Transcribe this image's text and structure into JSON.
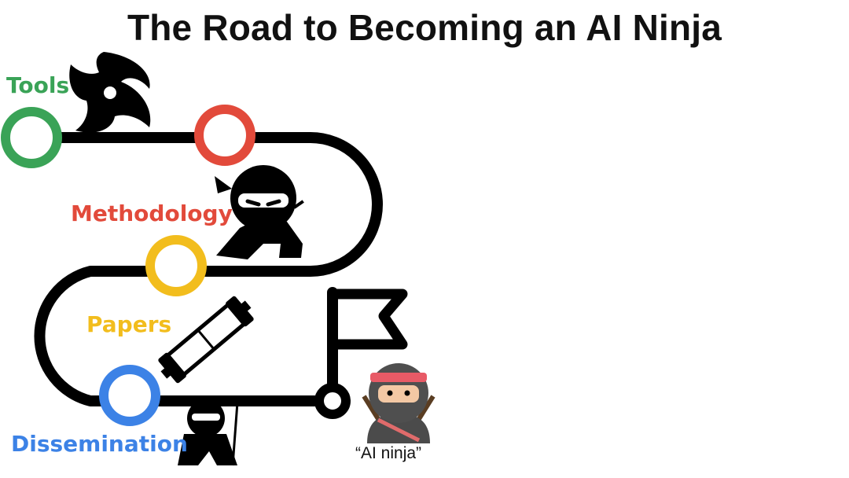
{
  "title": "The Road to Becoming an AI Ninja",
  "stages": [
    {
      "label": "Tools",
      "color": "#3aa357",
      "icon": "shuriken-icon"
    },
    {
      "label": "Methodology",
      "color": "#e24a3b",
      "icon": "ninja-crouching-icon"
    },
    {
      "label": "Papers",
      "color": "#f2bd1d",
      "icon": "scroll-icon"
    },
    {
      "label": "Dissemination",
      "color": "#3c82e6",
      "icon": "ninja-sword-icon"
    }
  ],
  "goal": {
    "caption": "“AI ninja”",
    "icon": "ai-ninja-icon",
    "flag_icon": "finish-flag-icon"
  },
  "road_color": "#000000"
}
